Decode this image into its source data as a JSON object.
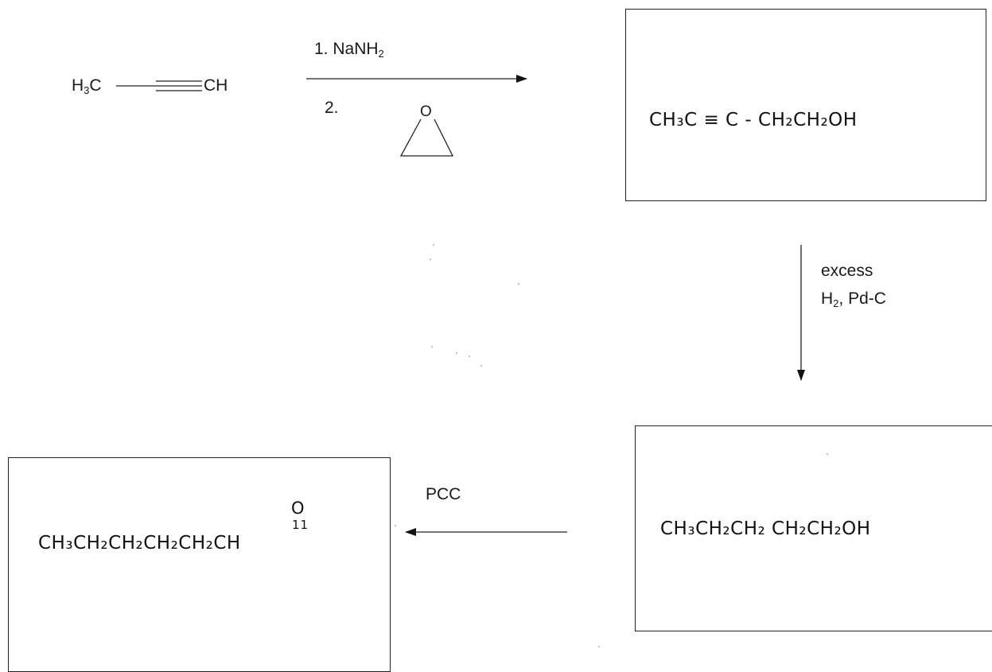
{
  "start": {
    "left": "H",
    "left_sub": "3",
    "left_tail": "C",
    "right": "CH"
  },
  "step1": {
    "label1": "1. NaNH",
    "label1_sub": "2",
    "label2": "2.",
    "epoxide_atom": "O"
  },
  "product1": {
    "text": "CH₃C ≡ C - CH₂CH₂OH"
  },
  "step2": {
    "line1": "excess",
    "line2a": "H",
    "line2_sub": "2",
    "line2b": ", Pd-C"
  },
  "product2": {
    "text": "CH₃CH₂CH₂ CH₂CH₂OH"
  },
  "step3": {
    "label": "PCC"
  },
  "product3": {
    "carbonyl_o": "O",
    "double_bond": "11",
    "text": "CH₃CH₂CH₂CH₂CH₂CH"
  }
}
